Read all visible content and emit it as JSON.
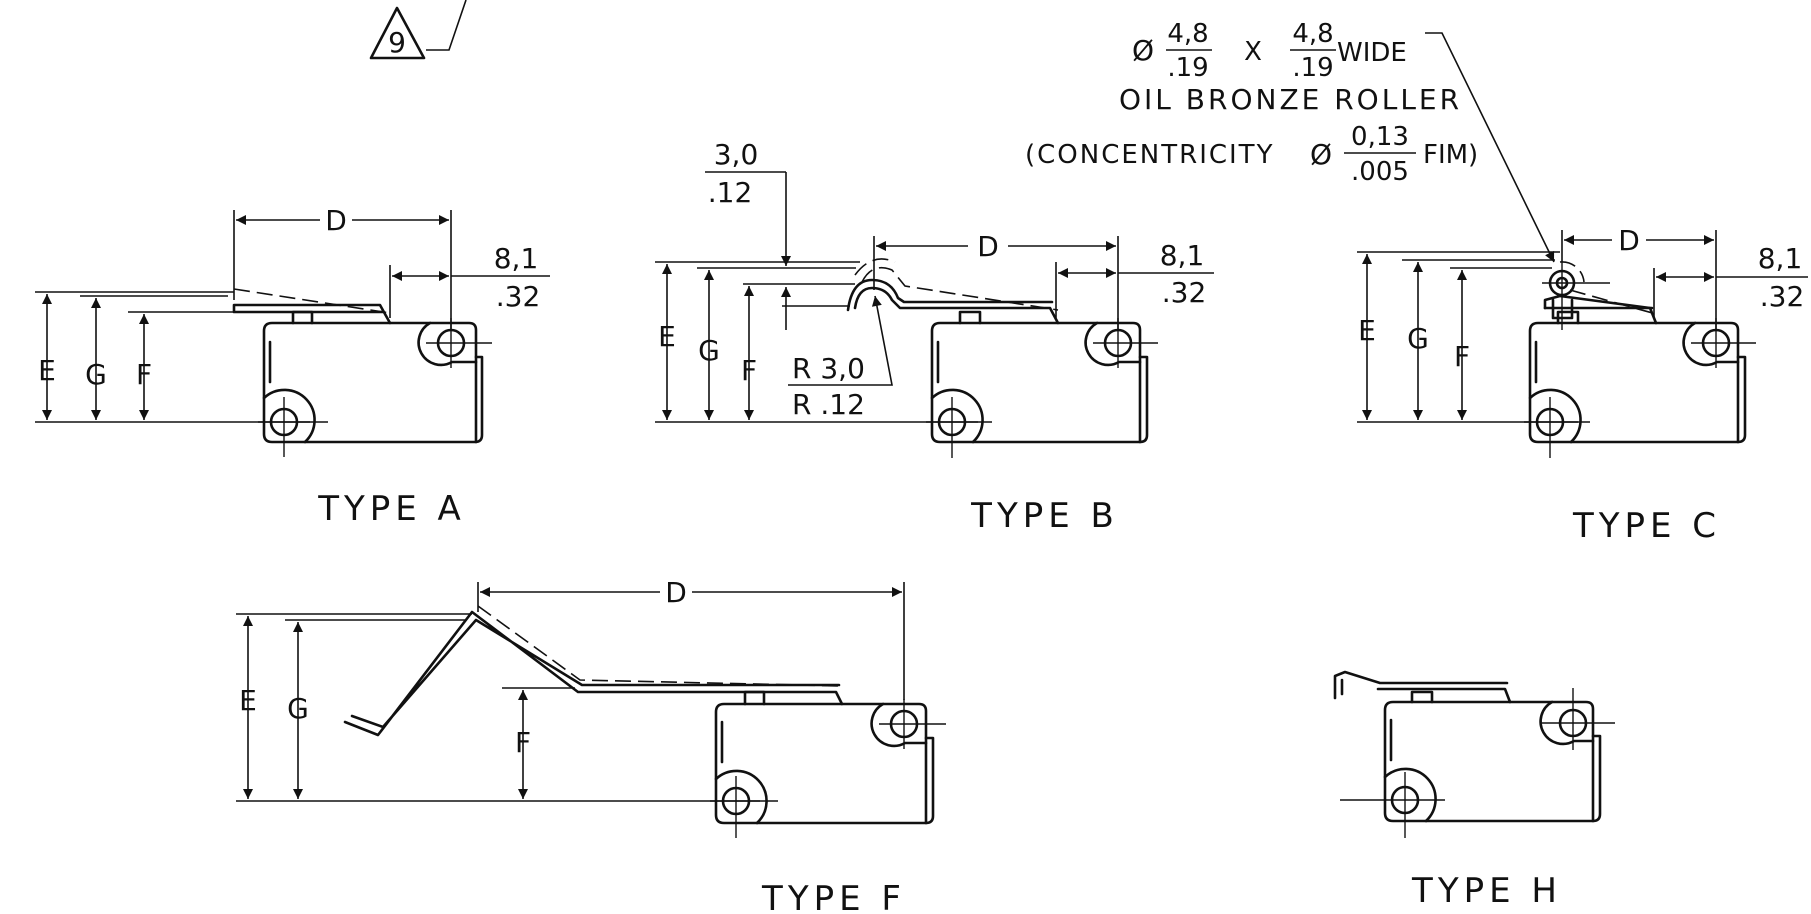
{
  "note_symbol": "9",
  "types": {
    "a": "TYPE A",
    "b": "TYPE B",
    "c": "TYPE C",
    "f": "TYPE F",
    "h": "TYPE H"
  },
  "dims": {
    "D": "D",
    "E": "E",
    "F": "F",
    "G": "G",
    "overtravel_mm": "8,1",
    "overtravel_in": ".32",
    "offset_mm": "3,0",
    "offset_in": ".12",
    "radius_mm": "R 3,0",
    "radius_in": "R .12"
  },
  "roller_note": {
    "diameter_symbol": "Ø",
    "dia_mm": "4,8",
    "dia_in": ".19",
    "times": "X",
    "wide_mm": "4,8",
    "wide_in": ".19",
    "wide": "WIDE",
    "line2": "OIL BRONZE ROLLER",
    "conc_prefix": "(CONCENTRICITY",
    "conc_mm": "0,13",
    "conc_in": ".005",
    "conc_suffix": "FIM)"
  }
}
